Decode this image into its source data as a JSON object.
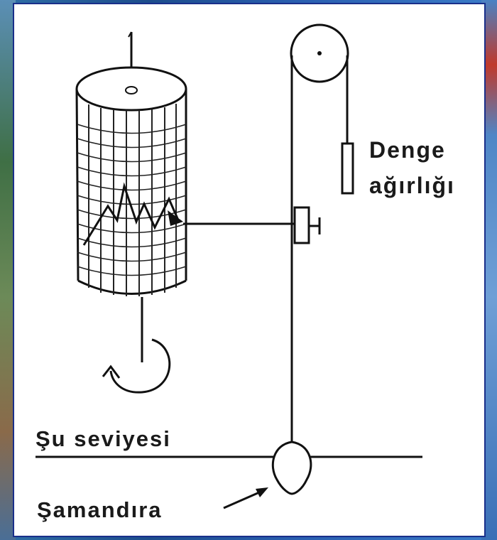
{
  "labels": {
    "counterweight_line1": "Denge",
    "counterweight_line2": "ağırlığı",
    "water_level": "Şu seviyesi",
    "float": "Şamandıra"
  }
}
